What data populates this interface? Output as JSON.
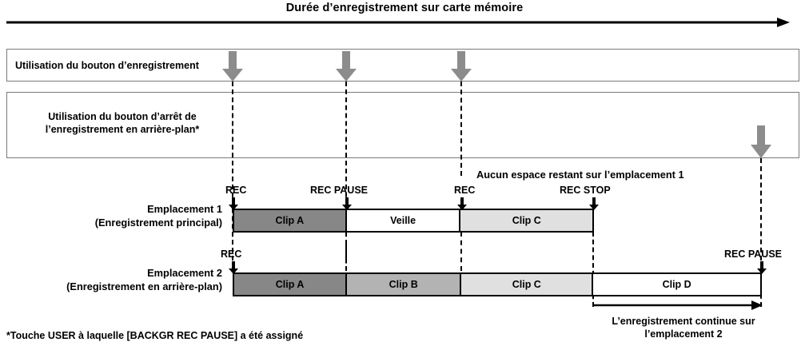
{
  "title": "Durée d’enregistrement sur carte mémoire",
  "boxes": {
    "rec_button": {
      "label": "Utilisation du bouton d’enregistrement",
      "press_marks": [
        "rec-press-1",
        "rec-press-2",
        "rec-press-3"
      ]
    },
    "bg_stop_button": {
      "label": "Utilisation du bouton d’arrêt de l’enregistrement en arrière-plan*",
      "press_marks": [
        "bg-stop-press-1"
      ]
    }
  },
  "tracks": [
    {
      "name": "Emplacement 1",
      "sublabel": "(Enregistrement principal)",
      "segments": [
        {
          "label": "Clip A",
          "color": "#878787"
        },
        {
          "label": "Veille",
          "color": "#ffffff"
        },
        {
          "label": "Clip C",
          "color": "#e0e0e0"
        }
      ],
      "markers": [
        "REC",
        "REC PAUSE",
        "REC",
        "REC STOP"
      ]
    },
    {
      "name": "Emplacement 2",
      "sublabel": "(Enregistrement en arrière-plan)",
      "segments": [
        {
          "label": "Clip A",
          "color": "#878787"
        },
        {
          "label": "Clip B",
          "color": "#b3b3b3"
        },
        {
          "label": "Clip C",
          "color": "#e0e0e0"
        },
        {
          "label": "Clip D",
          "color": "#ffffff"
        }
      ],
      "markers": [
        "REC",
        "REC PAUSE"
      ]
    }
  ],
  "annotations": {
    "no_space": "Aucun espace restant sur l’emplacement 1",
    "continues": "L’enregistrement continue sur l’emplacement 2",
    "footnote": "*Touche USER à laquelle [BACKGR REC PAUSE] a été assigné"
  },
  "marker_labels": {
    "t1_rec_1": "REC",
    "t1_rec_pause": "REC PAUSE",
    "t1_rec_2": "REC",
    "t1_rec_stop": "REC STOP",
    "t2_rec": "REC",
    "t2_rec_pause": "REC PAUSE"
  },
  "colors": {
    "clip_a": "#878787",
    "clip_b": "#b3b3b3",
    "clip_c": "#e0e0e0",
    "clip_d": "#ffffff",
    "veille": "#ffffff",
    "press_arrow": "#8c8c8c",
    "box_border": "#7a7a7a",
    "line": "#000000"
  }
}
